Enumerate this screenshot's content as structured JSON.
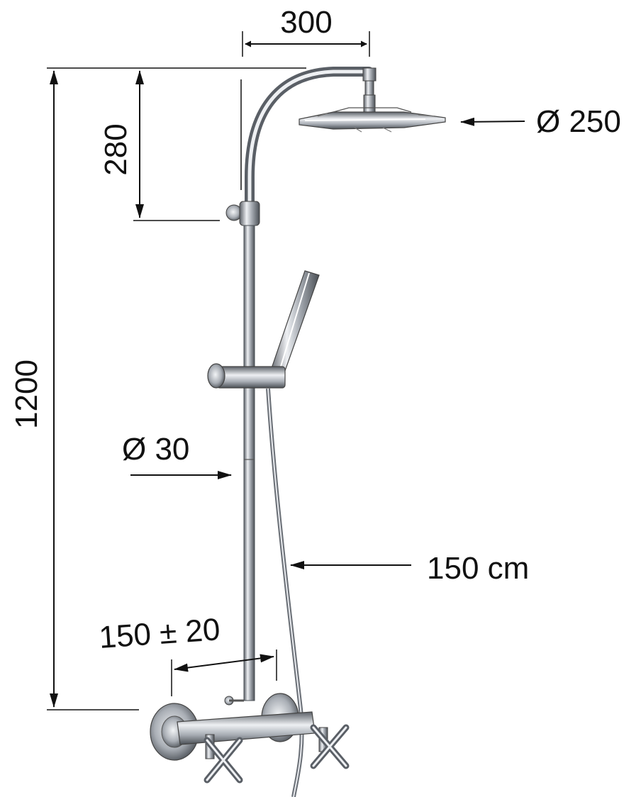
{
  "dimensions": {
    "arm_reach": "300",
    "head_diameter": "Ø 250",
    "arm_drop": "280",
    "total_height": "1200",
    "bar_diameter": "Ø 30",
    "hose_length": "150 cm",
    "inlet_spacing": "150 ± 20"
  },
  "colors": {
    "chrome_dark": "#5a5f66",
    "chrome_mid": "#a9aeb5",
    "chrome_light": "#eef0f3",
    "ink": "#111111"
  }
}
